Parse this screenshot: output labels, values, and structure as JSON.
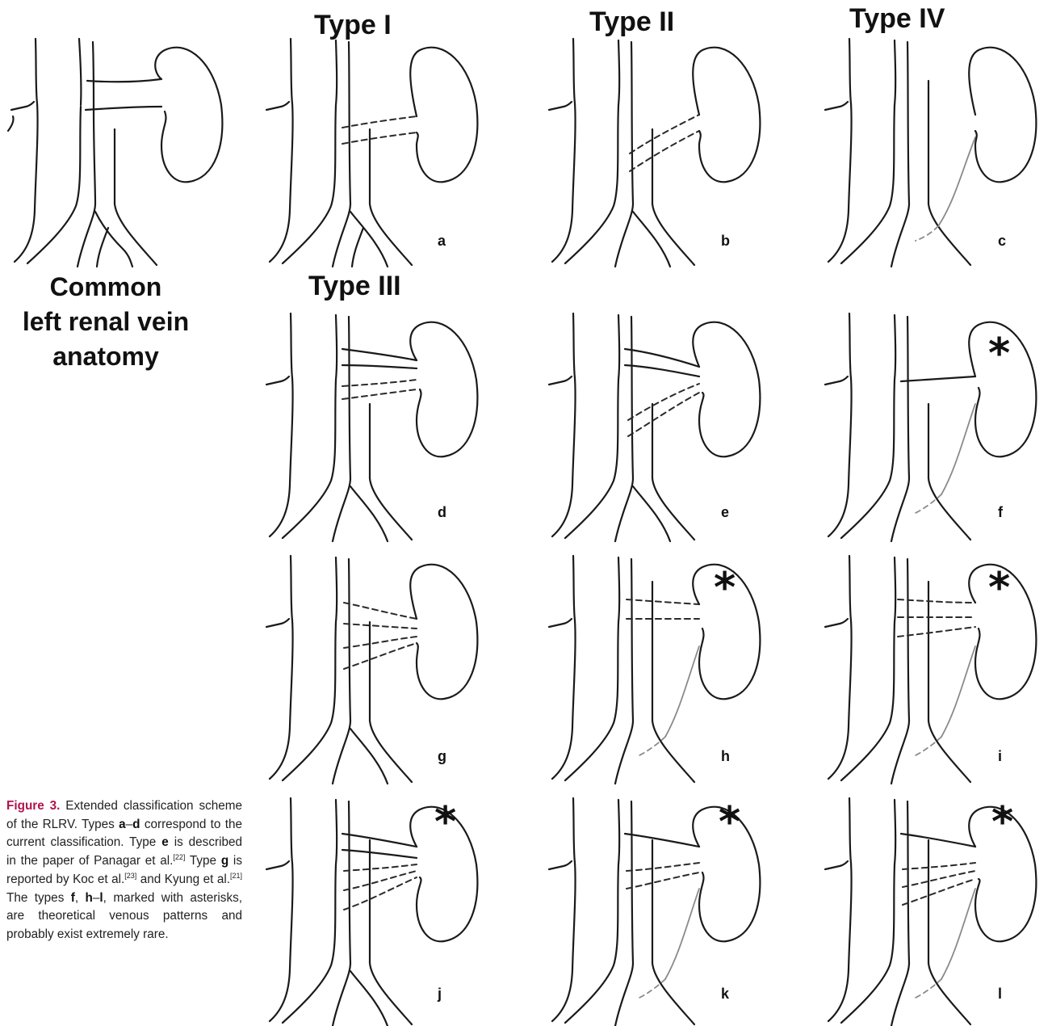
{
  "headers": {
    "type_i": "Type I",
    "type_ii": "Type II",
    "type_iv": "Type IV",
    "type_iii": "Type III"
  },
  "common_title": {
    "line1": "Common",
    "line2": "left renal vein",
    "line3": "anatomy"
  },
  "panel_labels": {
    "a": "a",
    "b": "b",
    "c": "c",
    "d": "d",
    "e": "e",
    "f": "f",
    "g": "g",
    "h": "h",
    "i": "i",
    "j": "j",
    "k": "k",
    "l": "l"
  },
  "asterisk": "*",
  "caption": {
    "lead": "Figure 3.",
    "t1": " Extended classification scheme of the RLRV. Types ",
    "b1": "a",
    "t2": "–",
    "b2": "d",
    "t3": " correspond to the current classification. Type ",
    "b3": "e",
    "t4": " is described in the paper of Panagar et al.",
    "ref1": "[22]",
    "t5": " Type ",
    "b4": "g",
    "t6": " is reported by Koc et al.",
    "ref2": "[23]",
    "t7": " and Kyung et al.",
    "ref3": "[21]",
    "t8": " The types ",
    "b5": "f",
    "t9": ", ",
    "b6": "h",
    "t10": "–",
    "b7": "l",
    "t11": ", marked with asterisks, are theoretical venous patterns and probably exist extremely rare."
  }
}
